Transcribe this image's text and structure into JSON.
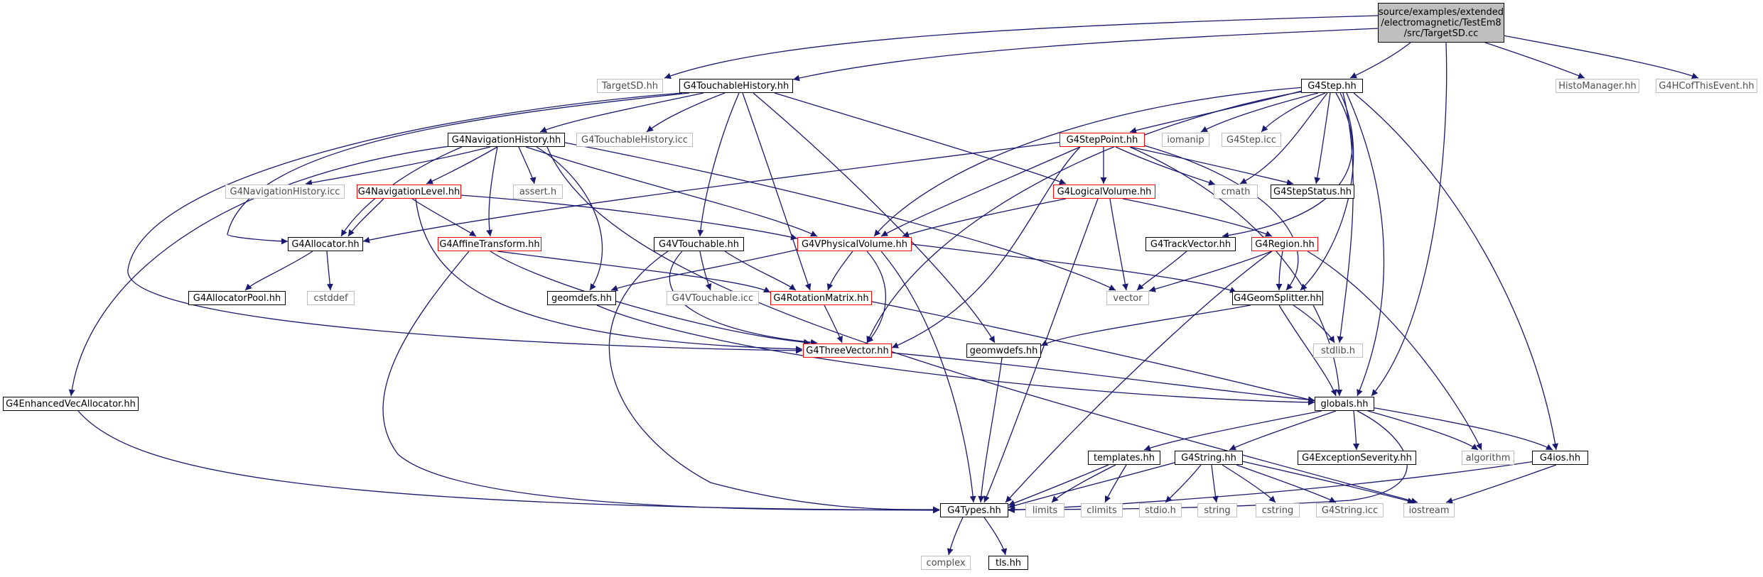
{
  "colors": {
    "edge": "#191970",
    "normal_border": "#000000",
    "missing_border": "#bfbfbf",
    "truncated_border": "#ff0000",
    "root_fill": "#bfbfbf"
  },
  "nodes": {
    "root": "source/examples/extended\n/electromagnetic/TestEm8\n/src/TargetSD.cc",
    "targetsd": "TargetSD.hh",
    "touchablehistory": "G4TouchableHistory.hh",
    "step": "G4Step.hh",
    "histomanager": "HistoManager.hh",
    "hcofthisevent": "G4HCofThisEvent.hh",
    "navigationhistory": "G4NavigationHistory.hh",
    "touchablehistory_icc": "G4TouchableHistory.icc",
    "steppoint": "G4StepPoint.hh",
    "iomanip": "iomanip",
    "step_icc": "G4Step.icc",
    "navigationhistory_icc": "G4NavigationHistory.icc",
    "navigationlevel": "G4NavigationLevel.hh",
    "assert": "assert.h",
    "cmath": "cmath",
    "stepstatus": "G4StepStatus.hh",
    "logicalvolume": "G4LogicalVolume.hh",
    "allocator": "G4Allocator.hh",
    "affinetransform": "G4AffineTransform.hh",
    "vtouchable": "G4VTouchable.hh",
    "vphysicalvolume": "G4VPhysicalVolume.hh",
    "trackvector": "G4TrackVector.hh",
    "region": "G4Region.hh",
    "allocatorpool": "G4AllocatorPool.hh",
    "cstddef": "cstddef",
    "geomdefs": "geomdefs.hh",
    "vtouchable_icc": "G4VTouchable.icc",
    "rotationmatrix": "G4RotationMatrix.hh",
    "vector": "vector",
    "geomsplitter": "G4GeomSplitter.hh",
    "threevector": "G4ThreeVector.hh",
    "geomwdefs": "geomwdefs.hh",
    "stdlib": "stdlib.h",
    "enhancedvecallocator": "G4EnhancedVecAllocator.hh",
    "globals": "globals.hh",
    "templates": "templates.hh",
    "string_hh": "G4String.hh",
    "exceptionseverity": "G4ExceptionSeverity.hh",
    "algorithm": "algorithm",
    "ios": "G4ios.hh",
    "types": "G4Types.hh",
    "limits": "limits",
    "climits": "climits",
    "stdio": "stdio.h",
    "string_std": "string",
    "cstring": "cstring",
    "string_icc": "G4String.icc",
    "iostream": "iostream",
    "complex": "complex",
    "tls": "tls.hh"
  }
}
